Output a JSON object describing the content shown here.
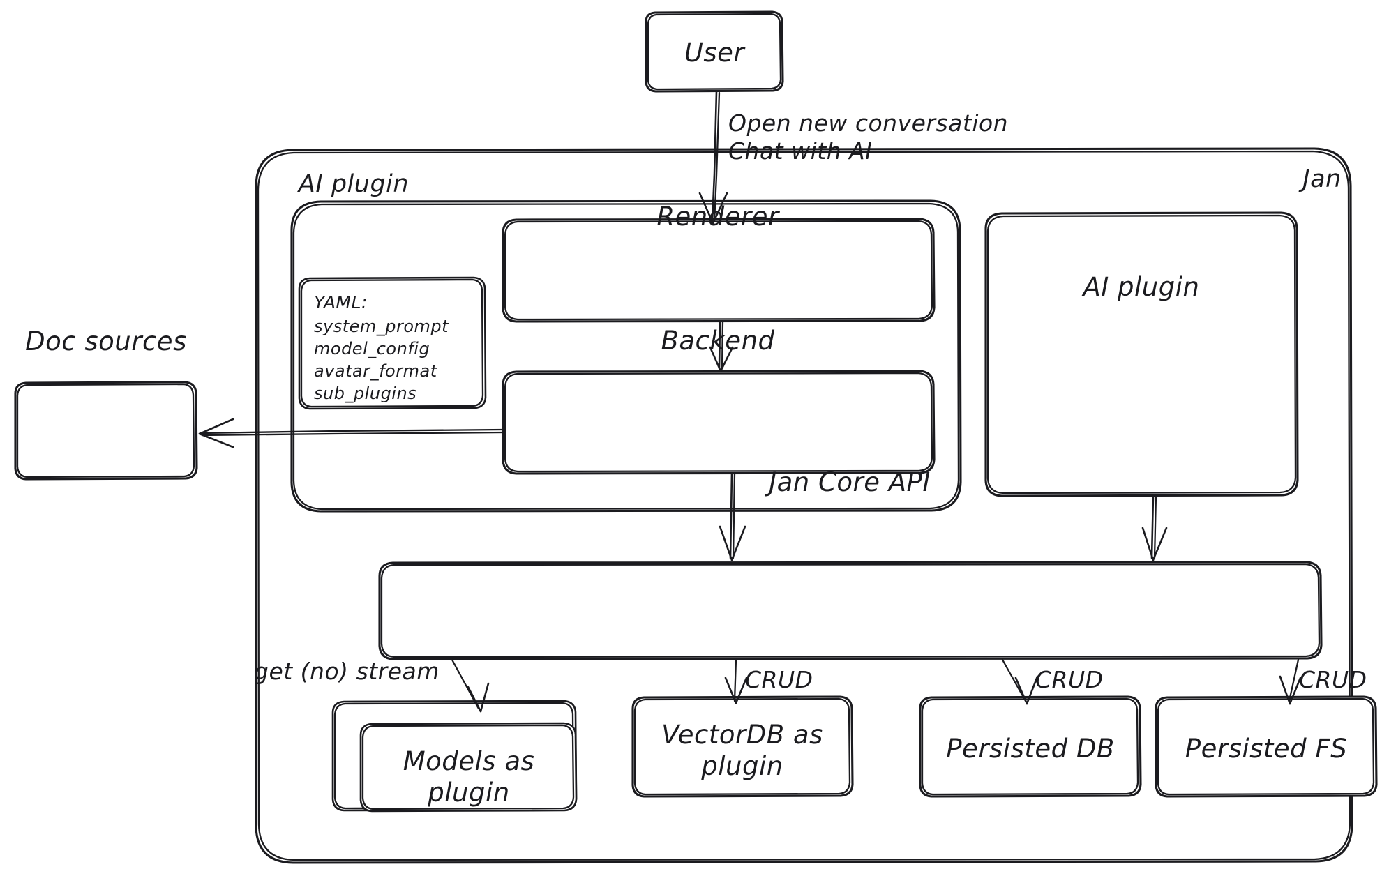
{
  "diagram": {
    "title": "Jan architecture diagram",
    "style": "hand-drawn sketch",
    "stroke_color": "#1b1b1f",
    "fill_color": "#ffffff",
    "background_color": "#ffffff"
  },
  "groups": {
    "jan": {
      "label": "Jan"
    },
    "ai_plugin_group": {
      "label": "AI plugin"
    }
  },
  "nodes": {
    "user": {
      "label": "User"
    },
    "renderer": {
      "label": "Renderer"
    },
    "backend": {
      "label": "Backend"
    },
    "ai_plugin_box": {
      "label": "AI plugin"
    },
    "doc_sources": {
      "label": "Doc sources"
    },
    "jan_core_api": {
      "label": "Jan Core API"
    },
    "models_plugin": {
      "label": "Models as\nplugin"
    },
    "vectordb_plugin": {
      "label": "VectorDB as\nplugin"
    },
    "persisted_db": {
      "label": "Persisted DB"
    },
    "persisted_fs": {
      "label": "Persisted FS"
    }
  },
  "yaml_note": {
    "header": "YAML:",
    "keys": [
      "system_prompt",
      "model_config",
      "avatar_format",
      "sub_plugins"
    ]
  },
  "edge_labels": {
    "user_to_renderer": "Open new conversation\nChat with AI",
    "api_to_models": "get (no) stream",
    "api_to_vectordb": "CRUD",
    "api_to_db": "CRUD",
    "api_to_fs": "CRUD"
  }
}
